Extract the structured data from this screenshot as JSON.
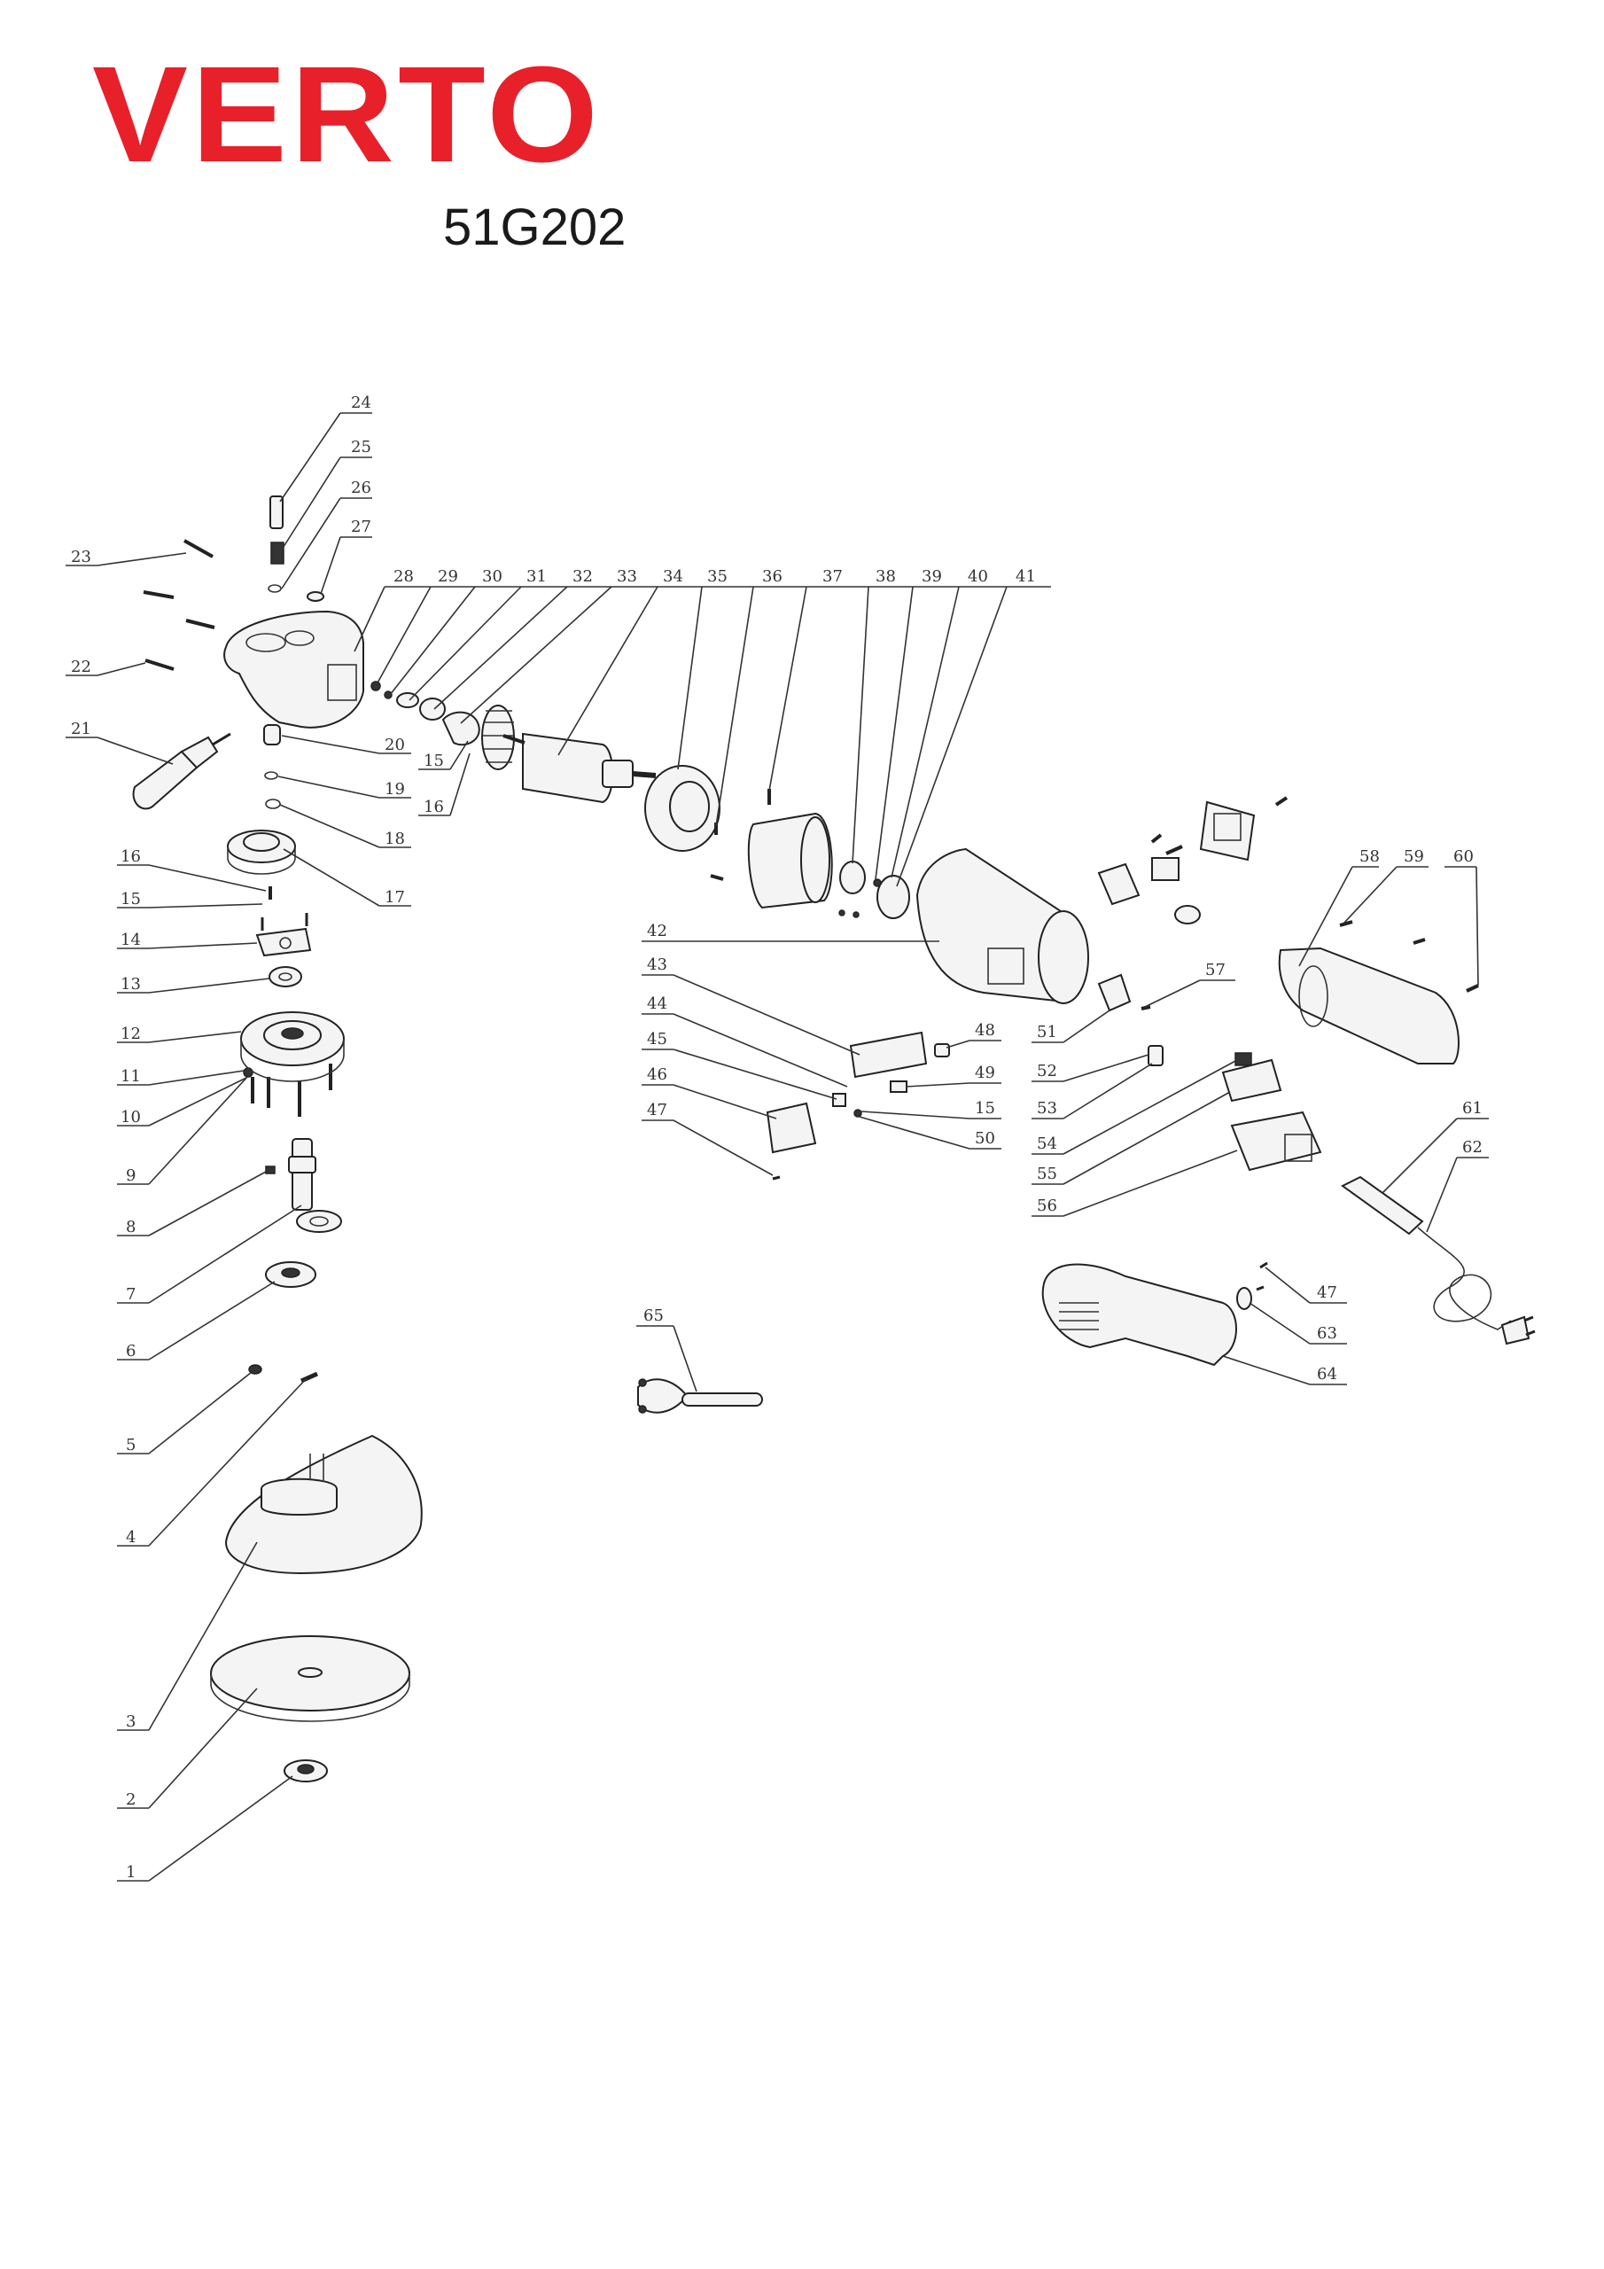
{
  "brand": {
    "name": "VERTO",
    "color": "#e8202a"
  },
  "model": "51G202",
  "diagram": {
    "type": "exploded parts diagram",
    "part_numbers": [
      "1",
      "2",
      "3",
      "4",
      "5",
      "6",
      "7",
      "8",
      "9",
      "10",
      "11",
      "12",
      "13",
      "14",
      "15",
      "16",
      "17",
      "18",
      "19",
      "20",
      "21",
      "22",
      "23",
      "24",
      "25",
      "26",
      "27",
      "28",
      "29",
      "30",
      "31",
      "32",
      "33",
      "34",
      "35",
      "36",
      "37",
      "38",
      "39",
      "40",
      "41",
      "42",
      "43",
      "44",
      "45",
      "46",
      "47",
      "48",
      "49",
      "50",
      "51",
      "52",
      "53",
      "54",
      "55",
      "56",
      "57",
      "58",
      "59",
      "60",
      "61",
      "62",
      "63",
      "64",
      "65"
    ]
  },
  "labels": {
    "p1": "1",
    "p2": "2",
    "p3": "3",
    "p4": "4",
    "p5": "5",
    "p6": "6",
    "p7": "7",
    "p8": "8",
    "p9": "9",
    "p10": "10",
    "p11": "11",
    "p12": "12",
    "p13": "13",
    "p14": "14",
    "p15": "15",
    "p16": "16",
    "p17": "17",
    "p18": "18",
    "p19": "19",
    "p20": "20",
    "p21": "21",
    "p22": "22",
    "p23": "23",
    "p24": "24",
    "p25": "25",
    "p26": "26",
    "p27": "27",
    "p28": "28",
    "p29": "29",
    "p30": "30",
    "p31": "31",
    "p32": "32",
    "p33": "33",
    "p34": "34",
    "p35": "35",
    "p36": "36",
    "p37": "37",
    "p38": "38",
    "p39": "39",
    "p40": "40",
    "p41": "41",
    "p42": "42",
    "p43": "43",
    "p44": "44",
    "p45": "45",
    "p46": "46",
    "p47": "47",
    "p48": "48",
    "p49": "49",
    "p50": "50",
    "p51": "51",
    "p52": "52",
    "p53": "53",
    "p54": "54",
    "p55": "55",
    "p56": "56",
    "p57": "57",
    "p58": "58",
    "p59": "59",
    "p60": "60",
    "p61": "61",
    "p62": "62",
    "p63": "63",
    "p64": "64",
    "p65": "65"
  }
}
